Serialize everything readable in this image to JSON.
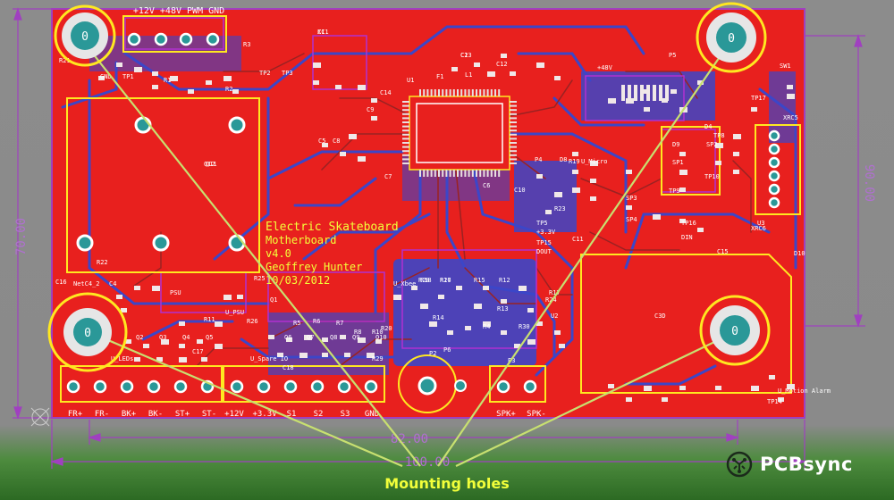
{
  "board": {
    "title_lines": [
      "Electric Skateboard",
      "Motherboard",
      "v4.0",
      "Geoffrey Hunter",
      "10/03/2012"
    ],
    "hole_label": "0"
  },
  "dimensions": {
    "left": "70.00",
    "right": "90.00",
    "bottom_inner": "82.00",
    "bottom_outer": "100.00"
  },
  "annotation": {
    "caption": "Mounting holes"
  },
  "brand": {
    "name": "PCBsync",
    "logo_icon": "pcb-circuit-logo-icon"
  },
  "silkscreen": {
    "top_header": "+12V +48V PWM GND",
    "top_header_pins": [
      "+12V",
      "+48V",
      "PWM",
      "GND"
    ],
    "refs": [
      "XC1",
      "C13",
      "C12",
      "U1",
      "C14",
      "C9",
      "C5",
      "C8",
      "C6",
      "C7",
      "C10",
      "C11",
      "C16",
      "R1",
      "R2",
      "R3",
      "TP2",
      "TP3",
      "GND",
      "TP1",
      "+48V",
      "P5",
      "SW1",
      "TP17",
      "XRC5",
      "XRC6",
      "P4",
      "R19",
      "U_Micro",
      "D8",
      "D9",
      "D4",
      "TP8",
      "TP9",
      "TP10",
      "SP1",
      "SP2",
      "SP3",
      "SP4",
      "TP5",
      "+3.3V",
      "TP15",
      "DOUT",
      "TP16",
      "DIN",
      "C15",
      "C3D",
      "U3",
      "U_Xbee",
      "R18",
      "R16",
      "R15",
      "R12",
      "R17",
      "R14",
      "R13",
      "R4",
      "R5",
      "R6",
      "R7",
      "R8",
      "R10",
      "R11",
      "R20",
      "R24",
      "R25",
      "R26",
      "R27",
      "R28",
      "R29",
      "R30",
      "Q1",
      "Q2",
      "Q3",
      "Q4",
      "Q5",
      "Q6",
      "Q7",
      "Q8",
      "Q9",
      "Q10",
      "Q11",
      "Q12",
      "PSU",
      "U_PSU",
      "NetC4_2",
      "C4",
      "C17",
      "C18",
      "U_LEDs",
      "U_Spare IO",
      "P3",
      "P2",
      "P6",
      "U2",
      "U_Motion Alarm",
      "TP14",
      "D10",
      "R23",
      "R21",
      "R22",
      "F1",
      "L1",
      "C1",
      "C2"
    ],
    "bottom_pins": [
      "FR+",
      "FR-",
      "BK+",
      "BK-",
      "ST+",
      "ST-",
      "+12V",
      "+3.3V",
      "S1",
      "S2",
      "S3",
      "GND",
      "SPK+",
      "SPK-"
    ]
  }
}
